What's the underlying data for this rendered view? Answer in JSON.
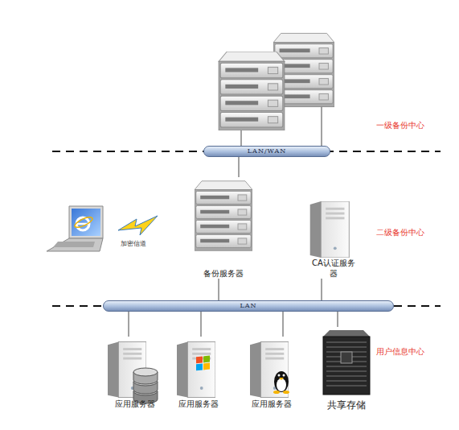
{
  "diagram": {
    "nodes": [
      {
        "text": [
          "LAN/WAN"
        ]
      },
      {
        "text": [
          "备份服务器"
        ]
      },
      {
        "text": [
          "CA认证服务器"
        ]
      },
      {
        "text": [
          "LAN"
        ]
      },
      {
        "text": [
          "应用服务器"
        ]
      },
      {
        "text": [
          "应用服务器"
        ]
      },
      {
        "text": [
          "应用服务器"
        ]
      },
      {
        "text": [
          "共享存储"
        ]
      }
    ],
    "edges": [
      {
        "from": 0,
        "to": 1,
        "arrow": "none"
      },
      {
        "from": 1,
        "to": 3,
        "arrow": "none"
      },
      {
        "from": 2,
        "to": 3,
        "arrow": "none"
      },
      {
        "from": 3,
        "to": 4,
        "arrow": "none"
      },
      {
        "from": 3,
        "to": 5,
        "arrow": "none"
      },
      {
        "from": 3,
        "to": 6,
        "arrow": "none"
      },
      {
        "from": 3,
        "to": 7,
        "arrow": "none"
      }
    ],
    "labels": [
      "一级备份中心",
      "二级备份中心",
      "用户信息中心",
      "加密信道"
    ]
  }
}
